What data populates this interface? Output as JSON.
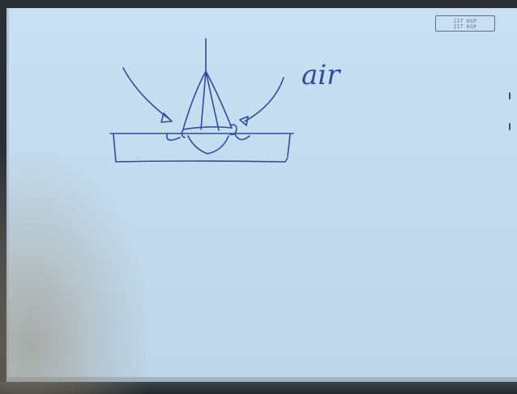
{
  "stamp": {
    "line1": "IIT KGP",
    "line2": "IIT KGP"
  },
  "annotation": {
    "text": "air"
  }
}
